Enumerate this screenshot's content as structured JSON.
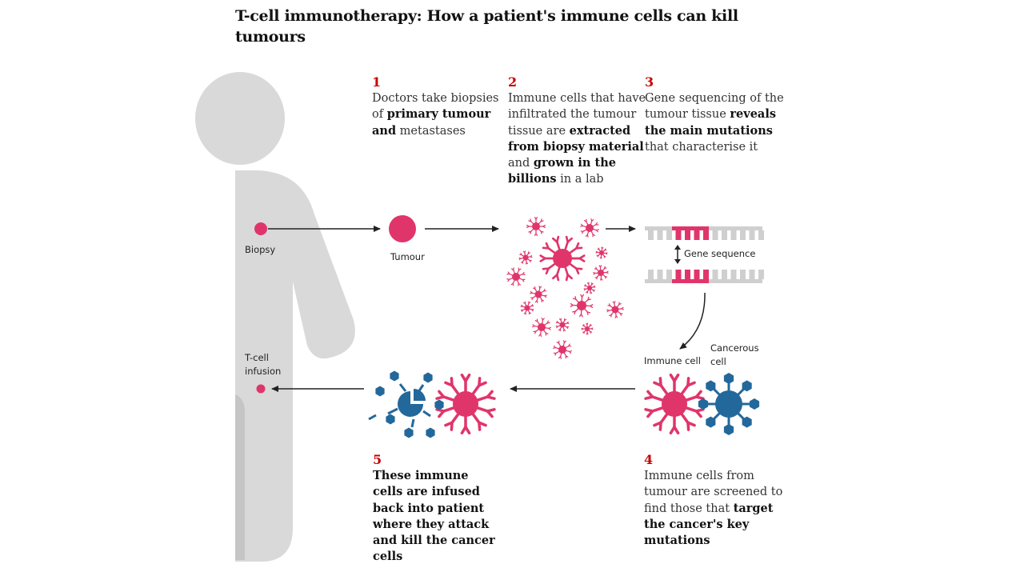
{
  "title": "T-cell immunotherapy: How a patient's immune cells can kill tumours",
  "steps": [
    {
      "number": "1",
      "segments": [
        {
          "text": "Doctors take biopsies of ",
          "bold": false
        },
        {
          "text": "primary tumour and",
          "bold": true
        },
        {
          "text": " metastases",
          "bold": false
        }
      ]
    },
    {
      "number": "2",
      "segments": [
        {
          "text": "Immune cells that have infiltrated the tumour tissue are ",
          "bold": false
        },
        {
          "text": "extracted from biopsy material",
          "bold": true
        },
        {
          "text": " and ",
          "bold": false
        },
        {
          "text": "grown in the billions",
          "bold": true
        },
        {
          "text": " in a lab",
          "bold": false
        }
      ]
    },
    {
      "number": "3",
      "segments": [
        {
          "text": "Gene sequencing of the tumour tissue ",
          "bold": false
        },
        {
          "text": "reveals the main mutations",
          "bold": true
        },
        {
          "text": " that characterise it",
          "bold": false
        }
      ]
    },
    {
      "number": "4",
      "segments": [
        {
          "text": "Immune cells from tumour are screened to find those that ",
          "bold": false
        },
        {
          "text": "target the cancer's key mutations",
          "bold": true
        }
      ]
    },
    {
      "number": "5",
      "segments": [
        {
          "text": "These immune cells are infused back into patient where they attack and kill the cancer cells",
          "bold": true
        }
      ]
    }
  ],
  "labels": {
    "biopsy": "Biopsy",
    "tumour": "Tumour",
    "gene_sequence": "Gene sequence",
    "immune_cell": "Immune cell",
    "cancerous_cell": "Cancerous cell",
    "tcell_infusion": "T-cell infusion"
  },
  "colors": {
    "immune": "#e0356b",
    "cancer": "#23689b",
    "silhouette": "#d9d9d9",
    "dna_grey": "#cfcfcf",
    "arrow": "#222222",
    "step_number": "#c70000"
  }
}
